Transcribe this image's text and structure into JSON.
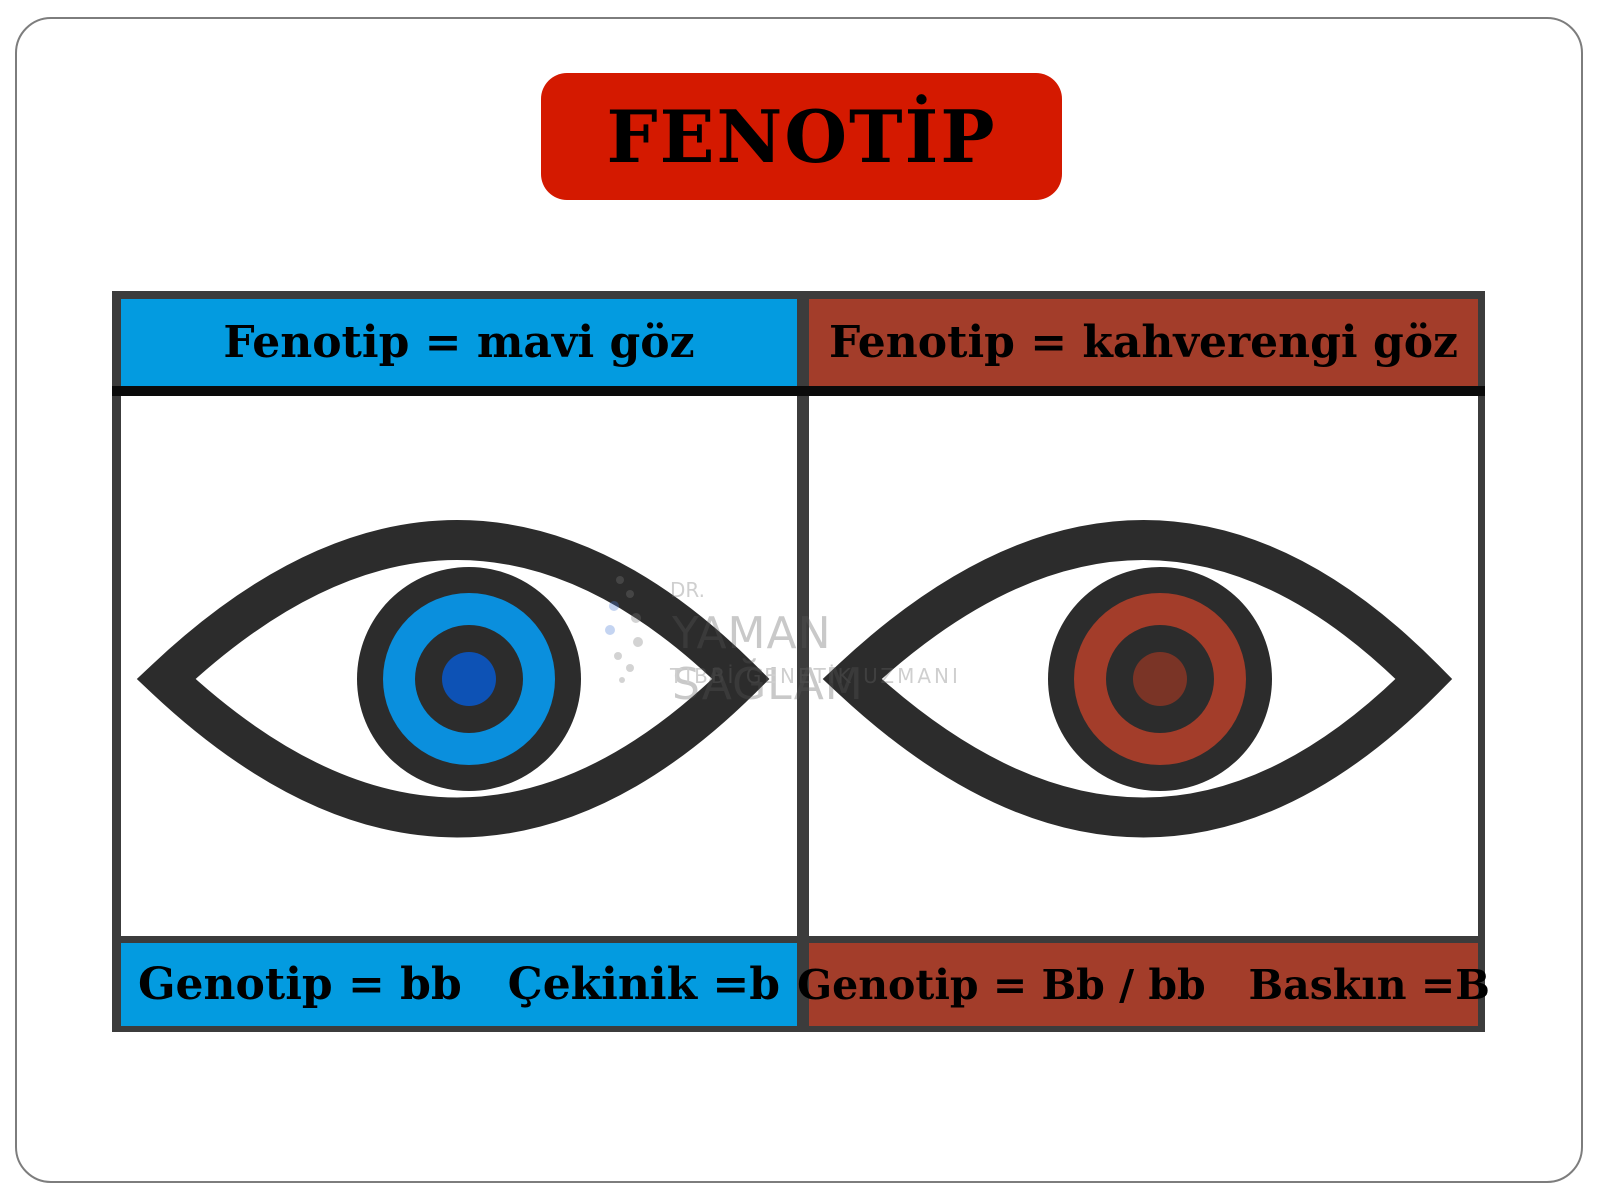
{
  "title": "FENOTİP",
  "colors": {
    "title_bg": "#d41900",
    "blue": "#039be0",
    "brown": "#a33d2a",
    "eye_outline": "#2c2c2c",
    "blue_iris": "#0a8fdd",
    "blue_pupil": "#0d52b5",
    "brown_iris": "#a33d2a",
    "brown_pupil": "#7a3426"
  },
  "columns": [
    {
      "header": "Fenotip = mavi göz",
      "footer": "Genotip = bb   Çekinik =b",
      "eye_icon": "blue-eye-icon"
    },
    {
      "header": "Fenotip = kahverengi göz",
      "footer": "Genotip = Bb / bb   Baskın =B",
      "eye_icon": "brown-eye-icon"
    }
  ],
  "watermark": {
    "line1": "DR.",
    "line2": "YAMAN SAĞLAM",
    "line3": "TIBBİ GENETİK UZMANI"
  }
}
